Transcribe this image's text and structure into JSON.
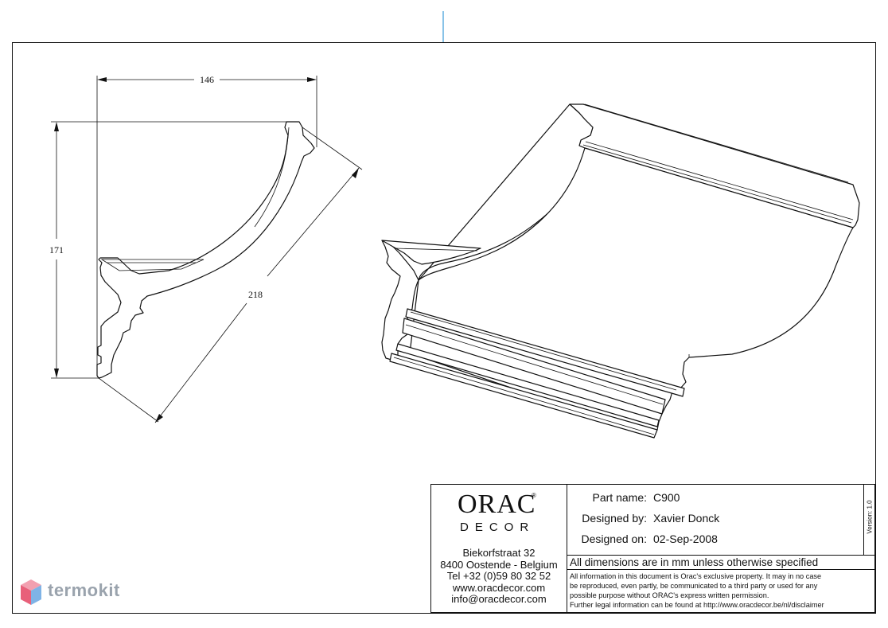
{
  "dimensions": {
    "width": "146",
    "height": "171",
    "diagonal": "218"
  },
  "title_block": {
    "logo": {
      "word": "ORAC",
      "registered": "®",
      "sub": "DECOR"
    },
    "address": [
      "Biekorfstraat 32",
      "8400 Oostende - Belgium",
      "Tel  +32 (0)59 80 32 52",
      "www.oracdecor.com",
      "info@oracdecor.com"
    ],
    "fields": [
      {
        "label": "Part name:",
        "value": "C900"
      },
      {
        "label": "Designed by:",
        "value": "Xavier Donck"
      },
      {
        "label": "Designed on:",
        "value": "02-Sep-2008"
      }
    ],
    "version": "Version: 1.0",
    "dimensions_note": "All dimensions are in mm unless otherwise specified",
    "legal": [
      "All information in this document is Orac's exclusive property.  It may in no case",
      "be reproduced, even partly, be communicated to a third party or used for any",
      "possible purpose without ORAC's express written permission.",
      "Further legal information can be found at http://www.oracdecor.be/nl/disclaimer"
    ]
  },
  "watermark": {
    "text": "termokit",
    "colors": [
      "#e8607a",
      "#7fb3e6",
      "#9aa3ad"
    ]
  },
  "colors": {
    "frame": "#111111",
    "accent_tick": "#3a9bd9"
  }
}
